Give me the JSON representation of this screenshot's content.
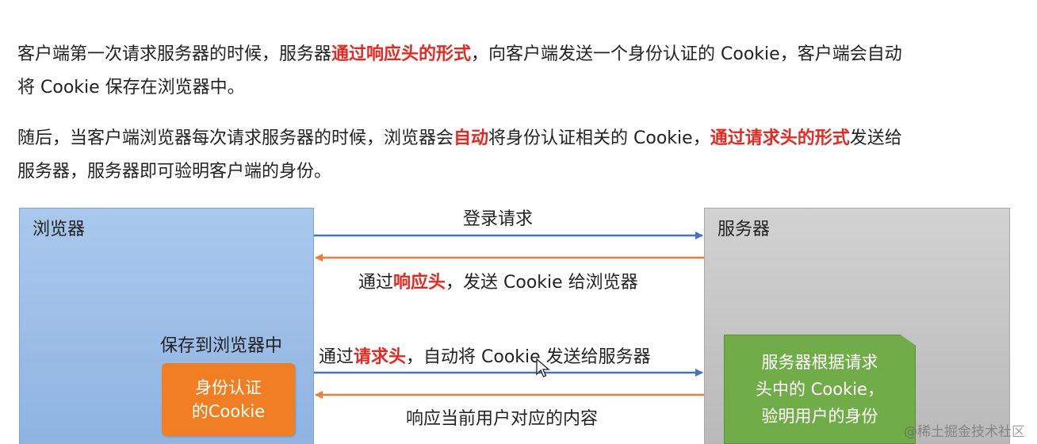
{
  "paragraph1": {
    "line1_a": "客户端第一次请求服务器的时候，服务器",
    "line1_red": "通过响应头的形式",
    "line1_b": "，向客户端发送一个身份认证的 Cookie，客户端会自动",
    "line2": "将 Cookie 保存在浏览器中。"
  },
  "paragraph2": {
    "line1_a": "随后，当客户端浏览器每次请求服务器的时候，浏览器会",
    "line1_red1": "自动",
    "line1_b": "将身份认证相关的 Cookie，",
    "line1_red2": "通过请求头的形式",
    "line1_c": "发送给",
    "line2": "服务器，服务器即可验明客户端的身份。"
  },
  "diagram": {
    "browser_title": "浏览器",
    "server_title": "服务器",
    "save_label": "保存到浏览器中",
    "cookie_badge": {
      "line1": "身份认证",
      "line2": "的Cookie"
    },
    "verify_box": {
      "line1": "服务器根据请求",
      "line2": "头中的 Cookie，",
      "line3": "验明用户的身份"
    },
    "arrow_login": "登录请求",
    "arrow_resp_header": {
      "a": "通过",
      "red": "响应头",
      "b": "，发送 Cookie 给浏览器"
    },
    "arrow_req_header": {
      "a": "通过",
      "red": "请求头",
      "b": "，自动将 Cookie 发送给服务器"
    },
    "arrow_response": "响应当前用户对应的内容"
  },
  "colors": {
    "highlight_red": "#e8281e",
    "request_arrow": "#4472c4",
    "response_arrow": "#ed7d31",
    "browser_fill": "#9dbfe8",
    "server_fill": "#c6c6c6",
    "cookie_badge": "#f07e22",
    "verify_box": "#70ac47"
  },
  "watermark": "@稀土掘金技术社区"
}
